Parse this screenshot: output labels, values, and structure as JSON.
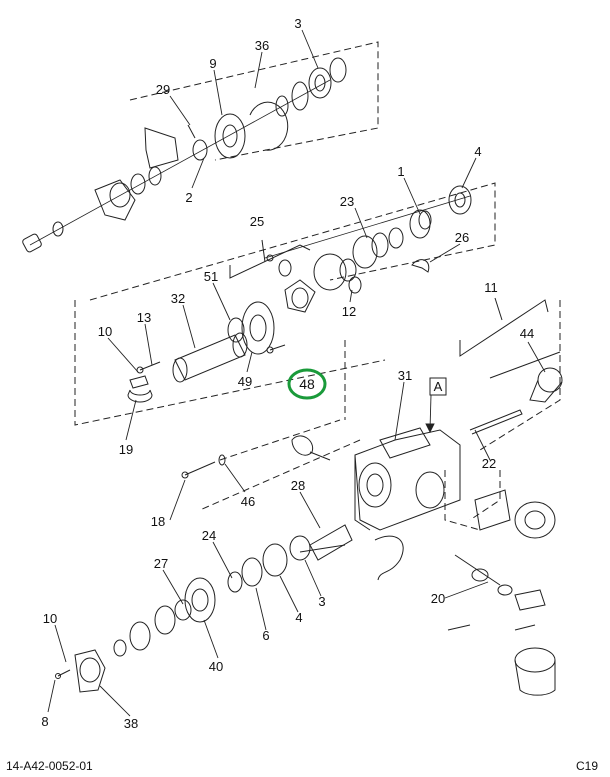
{
  "diagram": {
    "detail_letter": "A",
    "highlighted_part": "48",
    "callouts": {
      "c3_top": "3",
      "c36": "36",
      "c9": "9",
      "c29": "29",
      "c2": "2",
      "c1": "1",
      "c4_top": "4",
      "c23": "23",
      "c25": "25",
      "c26": "26",
      "c51": "51",
      "c32": "32",
      "c13": "13",
      "c10_top": "10",
      "c12": "12",
      "c11": "11",
      "c44": "44",
      "c49": "49",
      "c48": "48",
      "c19": "19",
      "c31": "31",
      "c22": "22",
      "c18": "18",
      "c46": "46",
      "c28": "28",
      "c24": "24",
      "c27": "27",
      "c6": "6",
      "c4_bot": "4",
      "c3_bot": "3",
      "c20": "20",
      "c10_bot": "10",
      "c40": "40",
      "c8": "8",
      "c38": "38"
    }
  },
  "footer": {
    "doc_id": "14-A42-0052-01",
    "page_code": "C19"
  }
}
